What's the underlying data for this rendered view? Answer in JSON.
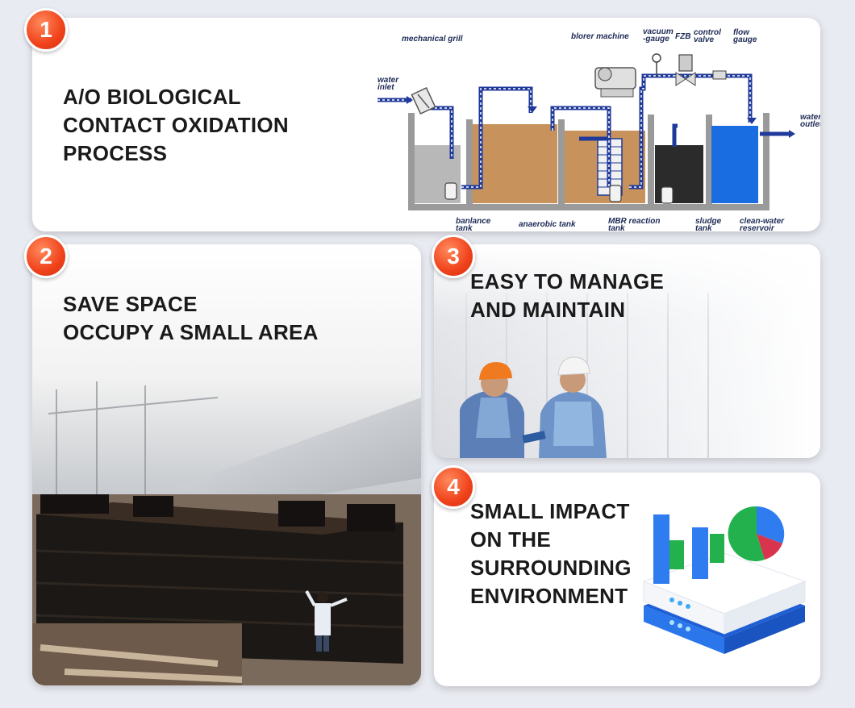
{
  "badges": [
    "1",
    "2",
    "3",
    "4"
  ],
  "card1": {
    "title_lines": [
      "A/O BIOLOGICAL",
      "CONTACT OXIDATION",
      "PROCESS"
    ],
    "diagram_labels": {
      "mechanical_grill": "mechanical grill",
      "blower_machine": "blorer machine",
      "vacuum_gauge_1": "vacuum",
      "vacuum_gauge_2": "-gauge",
      "fzb": "FZB",
      "control_valve_1": "control",
      "control_valve_2": "valve",
      "flow_gauge_1": "flow",
      "flow_gauge_2": "gauge",
      "water_inlet_1": "water",
      "water_inlet_2": "inlet",
      "water_outlet_1": "water",
      "water_outlet_2": "outlet",
      "balance_tank_1": "banlance",
      "balance_tank_2": "tank",
      "anaerobic_tank": "anaerobic tank",
      "mbr_tank_1": "MBR reaction",
      "mbr_tank_2": "tank",
      "sludge_tank_1": "sludge",
      "sludge_tank_2": "tank",
      "clean_water_1": "clean-water",
      "clean_water_2": "reservoir"
    }
  },
  "card2": {
    "title_lines": [
      "SAVE SPACE",
      "OCCUPY A SMALL AREA"
    ]
  },
  "card3": {
    "title_lines": [
      "EASY TO MANAGE",
      "AND MAINTAIN"
    ]
  },
  "card4": {
    "title_lines": [
      "SMALL IMPACT",
      "ON THE",
      "SURROUNDING",
      "ENVIRONMENT"
    ]
  },
  "colors": {
    "badge": "#f0421b",
    "pipe": "#1f3a9a",
    "anaerobic": "#c8925c",
    "clean_water": "#1a6de0",
    "sludge": "#2b2b2b"
  }
}
